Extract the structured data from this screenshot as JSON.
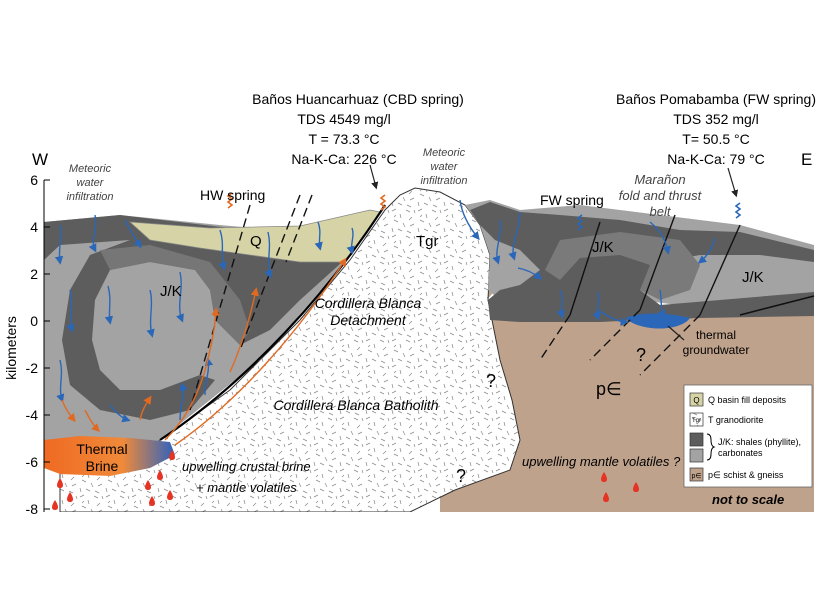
{
  "axis": {
    "ylabel": "kilometers",
    "ticks": [
      "6",
      "4",
      "2",
      "0",
      "-2",
      "-4",
      "-6",
      "-8"
    ],
    "west": "W",
    "east": "E"
  },
  "callouts": {
    "huancarhuaz": {
      "line1": "Baños Huancarhuaz  (CBD spring)",
      "line2": "TDS 4549 mg/l",
      "line3": "T = 73.3 °C",
      "line4": "Na-K-Ca: 226 °C"
    },
    "pomabamba": {
      "line1": "Baños Pomabamba (FW spring)",
      "line2": "TDS 352 mg/l",
      "line3": "T= 50.5 °C",
      "line4": "Na-K-Ca: 79 °C"
    }
  },
  "labels": {
    "meteoric_west": [
      "Meteoric",
      "water",
      "infiltration"
    ],
    "meteoric_center": [
      "Meteoric",
      "water",
      "infiltration"
    ],
    "hw_spring": "HW spring",
    "fw_spring": "FW spring",
    "maranon": [
      "Marañon",
      "fold and thrust",
      "belt"
    ],
    "q": "Q",
    "jk_west": "J/K",
    "jk_east1": "J/K",
    "jk_east2": "J/K",
    "tgr": "Tgr",
    "detachment": [
      "Cordillera Blanca",
      "Detachment"
    ],
    "batholith": "Cordillera Blanca Batholith",
    "thermal_brine": [
      "Thermal",
      "Brine"
    ],
    "upwelling_crustal": [
      "upwelling crustal brine",
      "+ mantle volatiles"
    ],
    "upwelling_mantle": "upwelling mantle volatiles ?",
    "thermal_groundwater": [
      "thermal",
      "groundwater"
    ],
    "pe": "p∈",
    "q1": "?",
    "q2": "?",
    "q3": "?",
    "not_to_scale": "not to scale"
  },
  "legend": [
    {
      "swatch": "Q",
      "text": "Q basin fill deposits",
      "color": "#d6d4a6"
    },
    {
      "swatch": "Tgr",
      "text": "T granodiorite",
      "color": "#ffffff"
    },
    {
      "swatch": "",
      "text": "J/K: shales (phyllite),",
      "text2": "carbonates",
      "color": "#5d5d5d",
      "color2": "#a3a3a3"
    },
    {
      "swatch": "p∈",
      "text": "p∈ schist & gneiss",
      "color": "#bfa28c"
    }
  ],
  "colors": {
    "quaternary": "#d6d4a6",
    "jk_dark": "#5d5d5d",
    "jk_light": "#a3a3a3",
    "basement": "#bfa28c",
    "arrow_blue": "#2a67b8",
    "arrow_orange": "#e06a22",
    "volatile_red": "#e53324"
  }
}
